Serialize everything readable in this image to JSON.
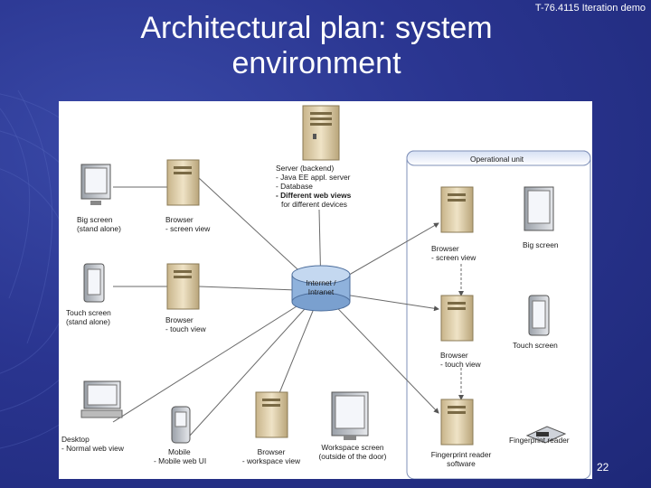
{
  "slide": {
    "header_note": "T-76.4115 Iteration demo",
    "title_line1": "Architectural plan: system",
    "title_line2": "environment",
    "page_number": "22"
  },
  "diagram": {
    "network": {
      "line1": "Internet /",
      "line2": "Intranet"
    },
    "operational_unit": "Operational unit",
    "server": {
      "line1": "Server (backend)",
      "line2": "- Java EE appl. server",
      "line3": "- Database",
      "line4": "- Different web views",
      "line5": "for different devices"
    },
    "big_screen_standalone": {
      "line1": "Big screen",
      "line2": "(stand alone)"
    },
    "browser_screen_left": {
      "line1": "Browser",
      "line2": "- screen view"
    },
    "touch_screen_standalone": {
      "line1": "Touch screen",
      "line2": "(stand alone)"
    },
    "browser_touch_left": {
      "line1": "Browser",
      "line2": "- touch view"
    },
    "desktop": {
      "line1": "Desktop",
      "line2": "- Normal web view"
    },
    "mobile": {
      "line1": "Mobile",
      "line2": "- Mobile web UI"
    },
    "browser_workspace": {
      "line1": "Browser",
      "line2": "- workspace view"
    },
    "workspace_screen": {
      "line1": "Workspace screen",
      "line2": "(outside of the door)"
    },
    "browser_screen_right": {
      "line1": "Browser",
      "line2": "- screen view"
    },
    "big_screen_right": "Big screen",
    "browser_touch_right": {
      "line1": "Browser",
      "line2": "- touch view"
    },
    "touch_screen_right": "Touch screen",
    "fingerprint_software": {
      "line1": "Fingerprint reader",
      "line2": "software"
    },
    "fingerprint_reader": "Fingerprint reader"
  }
}
